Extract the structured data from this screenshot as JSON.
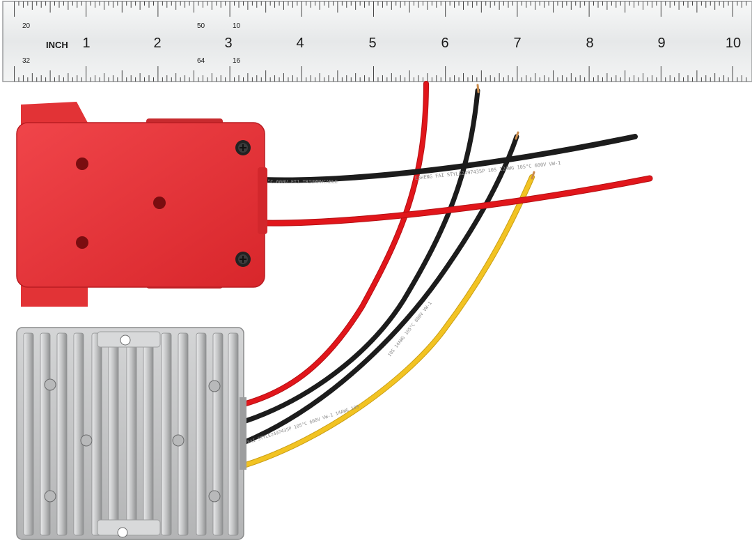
{
  "ruler": {
    "unit_label": "INCH",
    "inch_numbers": [
      "1",
      "2",
      "3",
      "4",
      "5",
      "6",
      "7",
      "8",
      "9",
      "10"
    ],
    "small_top": [
      "20",
      "50",
      "10"
    ],
    "small_bottom": [
      "32",
      "64",
      "16"
    ]
  },
  "wire_prints": {
    "black_top": "ESHENG FAI STYLE2497435P 10S 12AWG 105°C 600V VW-1",
    "black_top_near": "°C 600V FT1 TRIUMPHCABLE",
    "black_lower": "FAI STYLE2497435P 105°C 600V VW-1 14AWG 10S",
    "black_diag": "10S 14AWG 105°C 600V VW-1"
  },
  "colors": {
    "adapter_red": "#e23336",
    "wire_red": "#e1161b",
    "wire_black": "#1c1c1c",
    "wire_yellow": "#f2c322",
    "heatsink_silver": "#c9cacb",
    "ruler_steel": "#eceeef"
  },
  "icons": {
    "adapter": "battery-adapter",
    "converter": "dc-dc-converter",
    "screw": "phillips-screw"
  }
}
